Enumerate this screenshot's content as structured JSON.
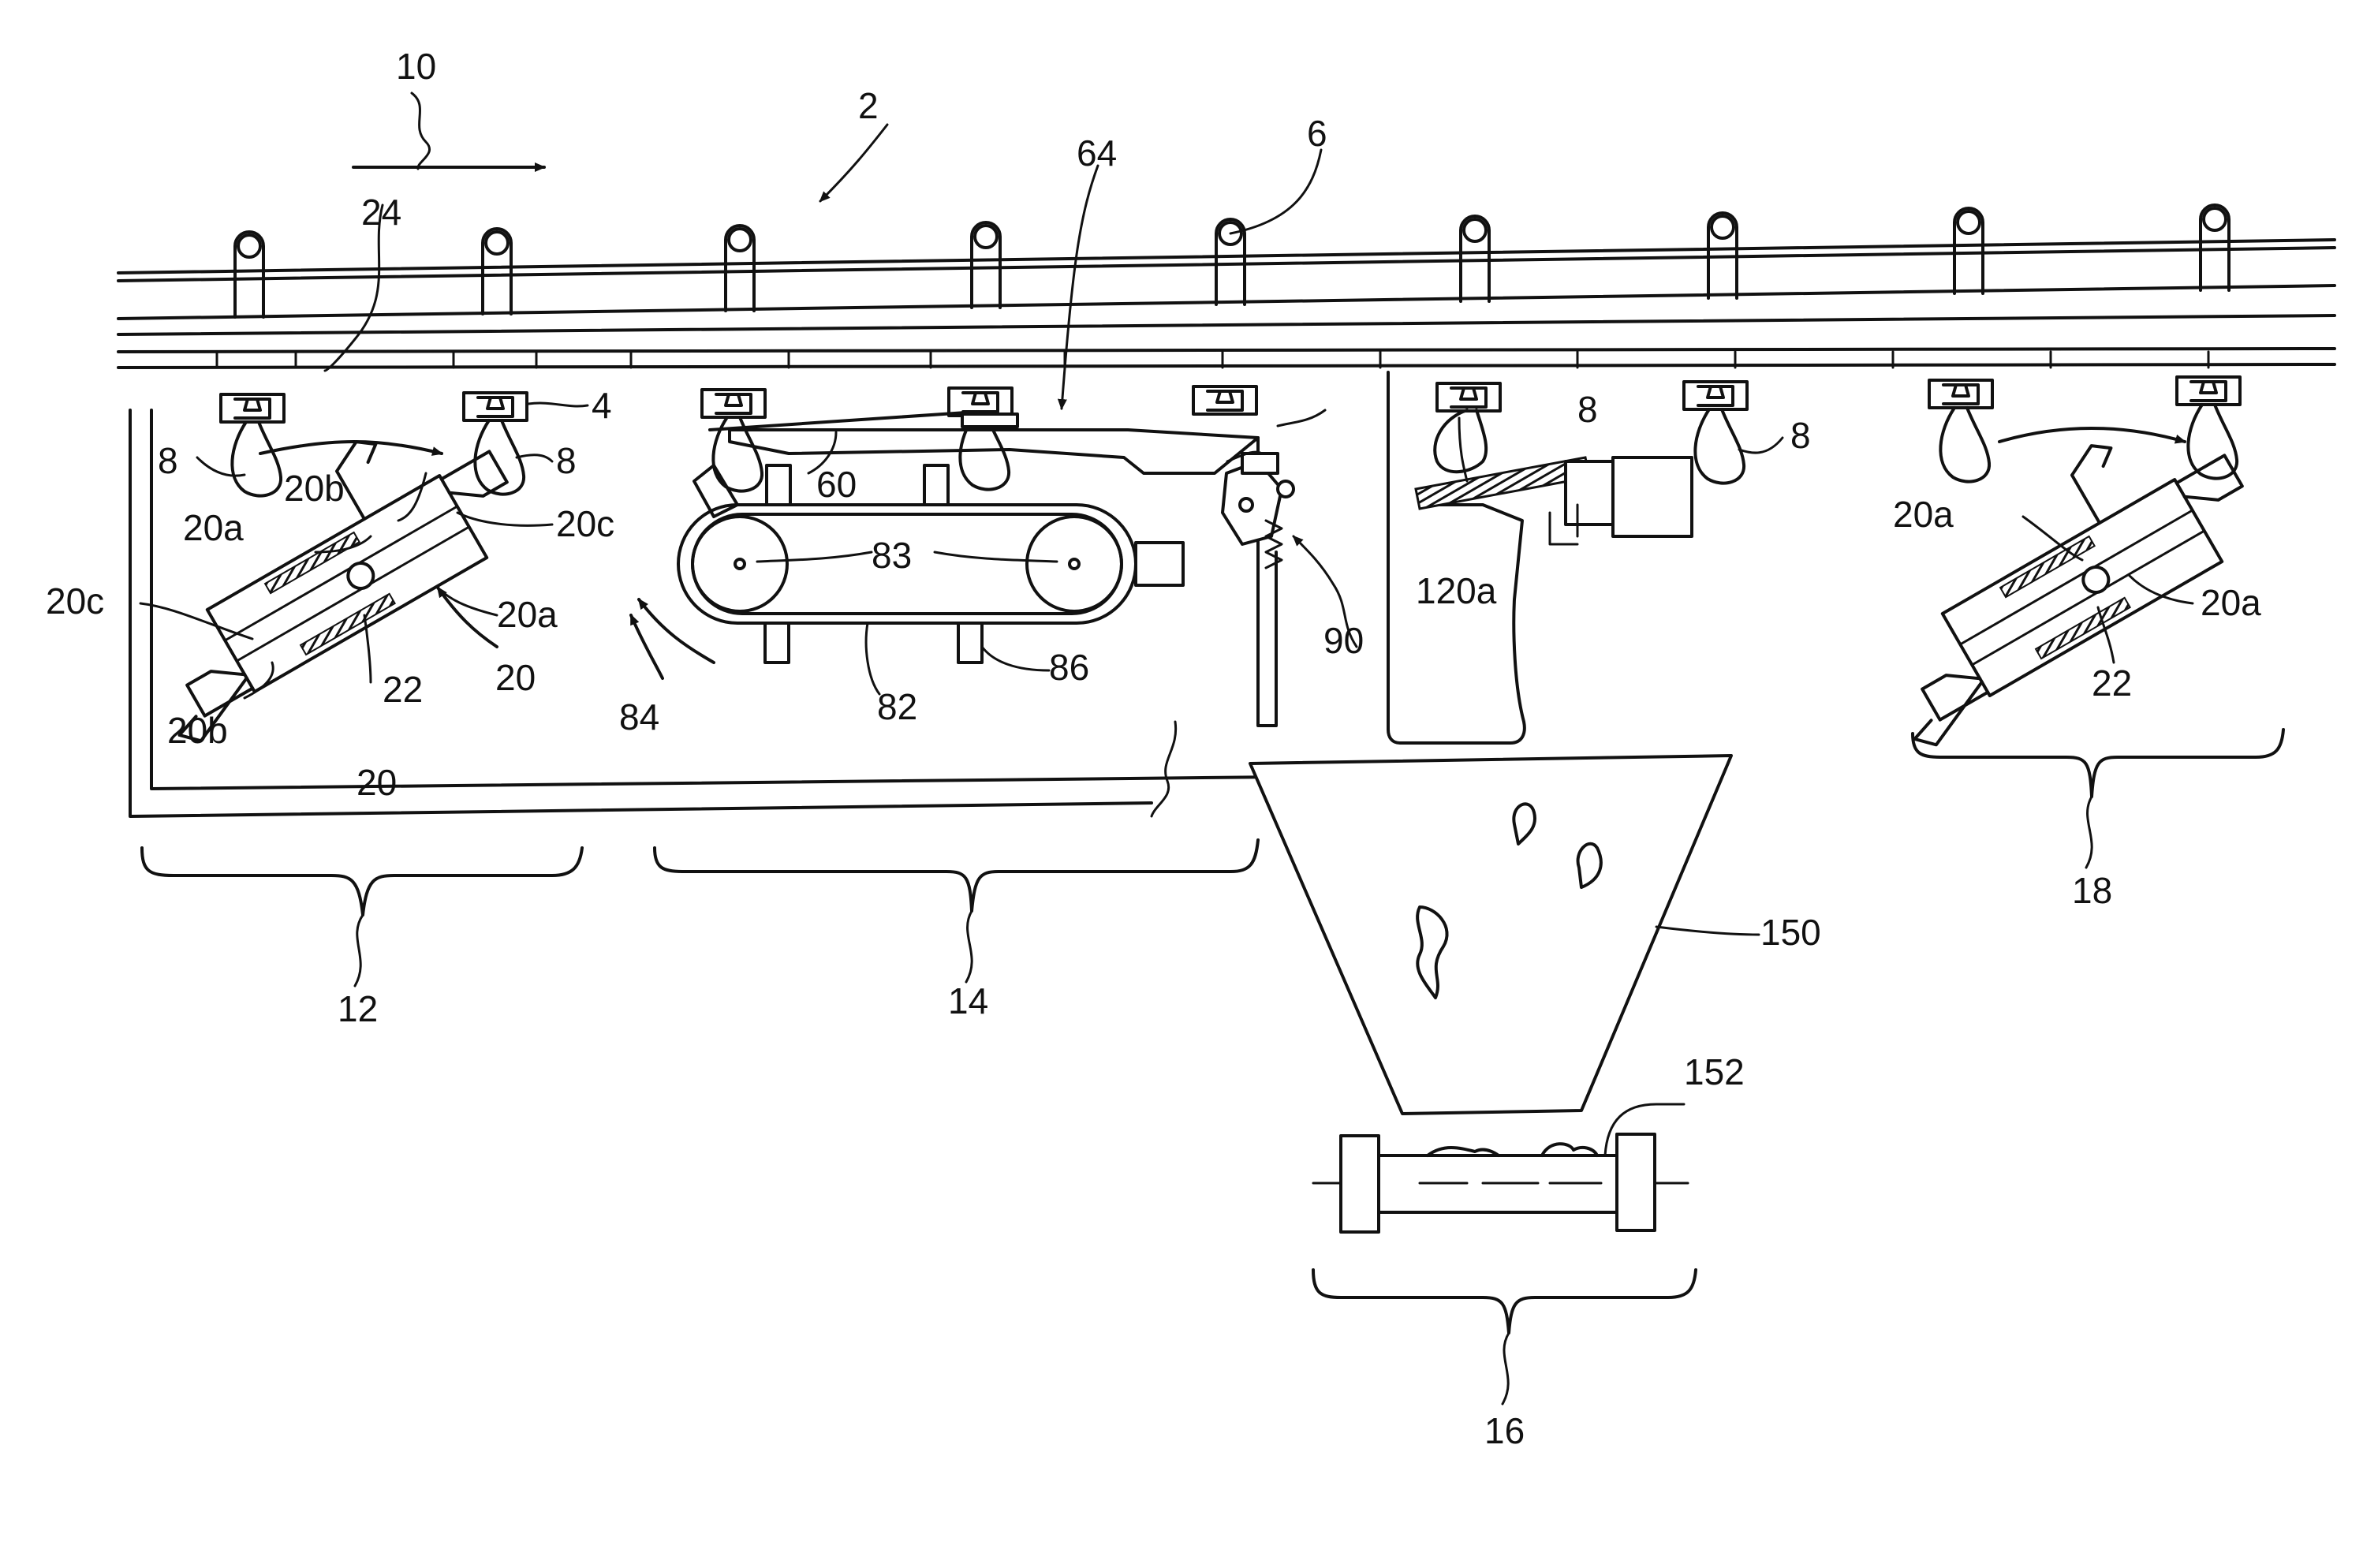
{
  "labels": {
    "ref_2": "2",
    "ref_4": "4",
    "ref_6": "6",
    "ref_8": "8",
    "ref_10": "10",
    "ref_12": "12",
    "ref_14": "14",
    "ref_16": "16",
    "ref_18": "18",
    "ref_20": "20",
    "ref_20a": "20a",
    "ref_20b": "20b",
    "ref_20c": "20c",
    "ref_22": "22",
    "ref_24": "24",
    "ref_60": "60",
    "ref_64": "64",
    "ref_82": "82",
    "ref_83": "83",
    "ref_84": "84",
    "ref_86": "86",
    "ref_90": "90",
    "ref_120a": "120a",
    "ref_150": "150",
    "ref_152": "152"
  }
}
